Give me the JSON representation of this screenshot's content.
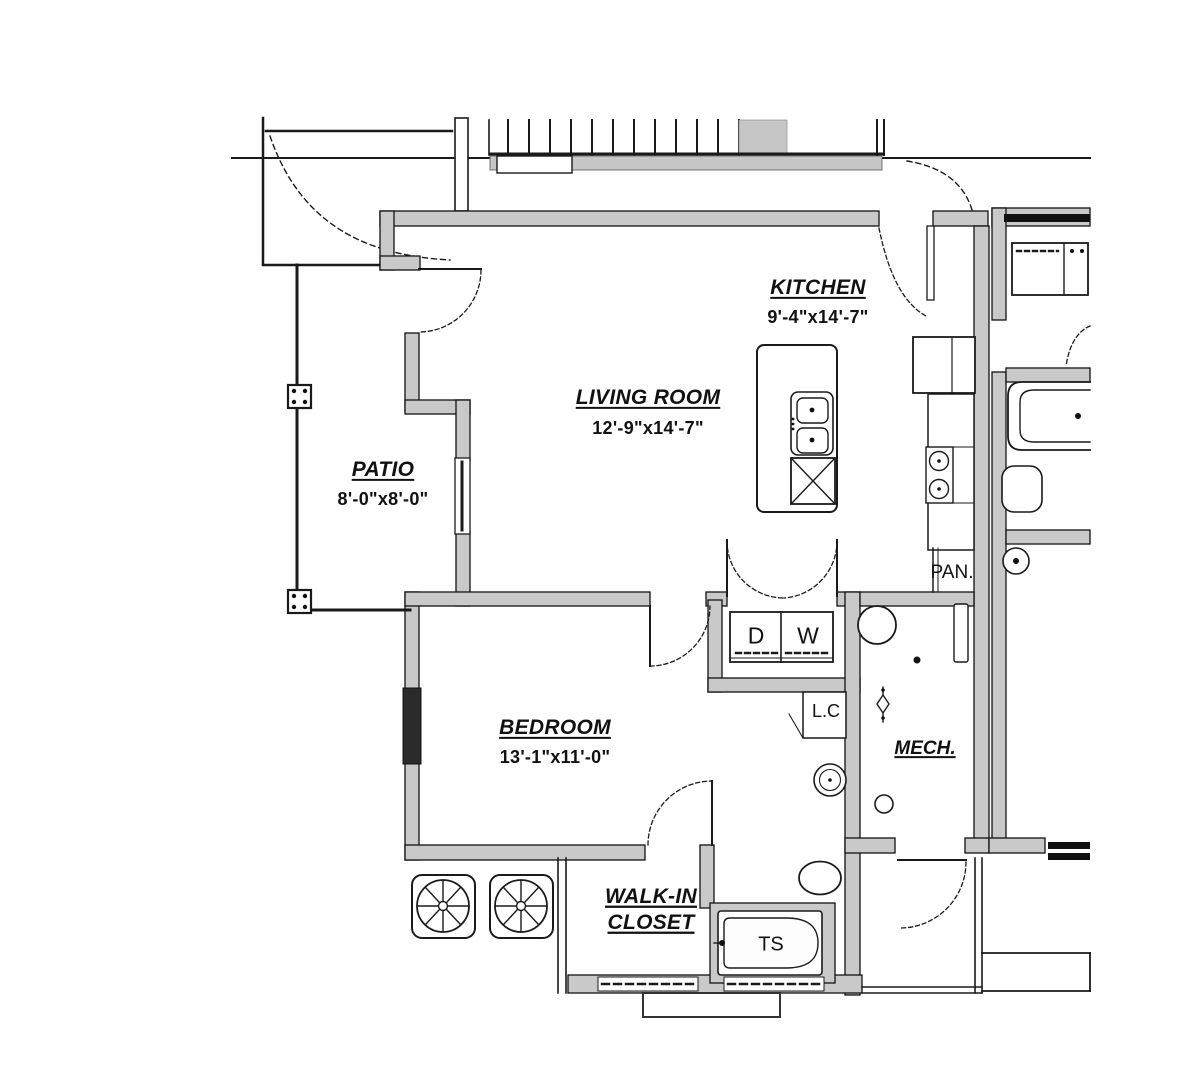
{
  "rooms": {
    "kitchen": {
      "name": "KITCHEN",
      "dims": "9'-4\"x14'-7\""
    },
    "living_room": {
      "name": "LIVING ROOM",
      "dims": "12'-9\"x14'-7\""
    },
    "patio": {
      "name": "PATIO",
      "dims": "8'-0\"x8'-0\""
    },
    "bedroom": {
      "name": "BEDROOM",
      "dims": "13'-1\"x11'-0\""
    },
    "walk_in_closet": {
      "name_line1": "WALK-IN",
      "name_line2": "CLOSET"
    },
    "mech": {
      "name": "MECH."
    },
    "pantry": {
      "name": "PAN."
    }
  },
  "fixtures": {
    "dryer": "D",
    "washer": "W",
    "linen_closet": "L.C",
    "tub_shower": "TS"
  },
  "colors": {
    "line": "#1a1a1a",
    "wall_fill": "#c9c9c9",
    "background": "#ffffff"
  }
}
